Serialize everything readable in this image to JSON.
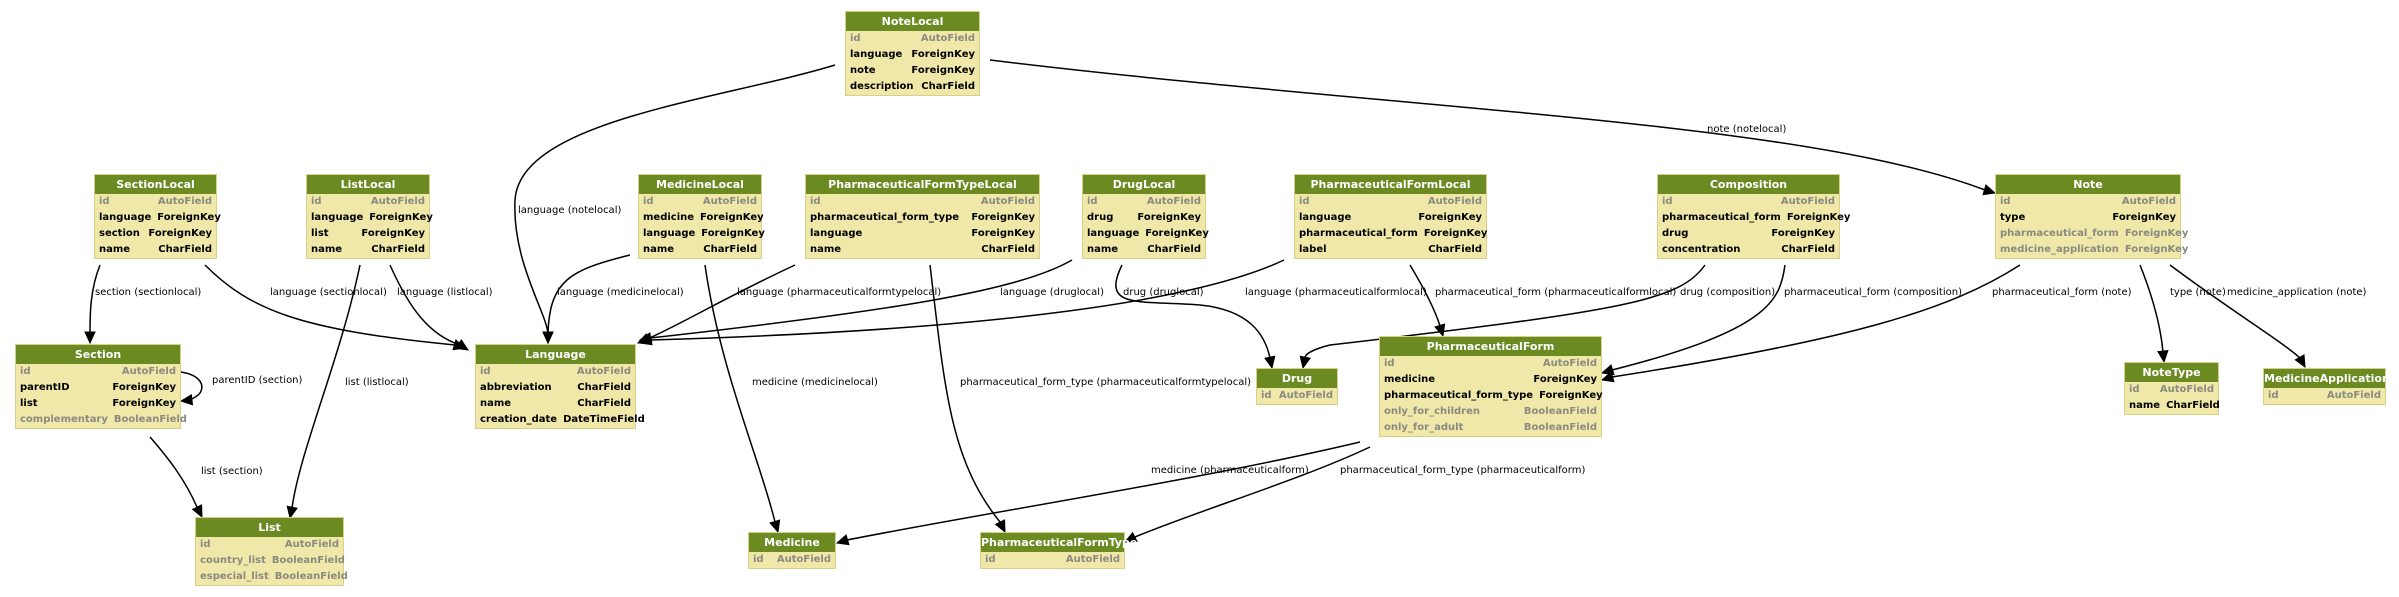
{
  "models": [
    {
      "key": "notelocal",
      "title": "NoteLocal",
      "fields": [
        [
          "id",
          "AutoField",
          true
        ],
        [
          "language",
          "ForeignKey",
          false
        ],
        [
          "note",
          "ForeignKey",
          false
        ],
        [
          "description",
          "CharField",
          false
        ]
      ]
    },
    {
      "key": "sectionlocal",
      "title": "SectionLocal",
      "fields": [
        [
          "id",
          "AutoField",
          true
        ],
        [
          "language",
          "ForeignKey",
          false
        ],
        [
          "section",
          "ForeignKey",
          false
        ],
        [
          "name",
          "CharField",
          false
        ]
      ]
    },
    {
      "key": "listlocal",
      "title": "ListLocal",
      "fields": [
        [
          "id",
          "AutoField",
          true
        ],
        [
          "language",
          "ForeignKey",
          false
        ],
        [
          "list",
          "ForeignKey",
          false
        ],
        [
          "name",
          "CharField",
          false
        ]
      ]
    },
    {
      "key": "medicinelocal",
      "title": "MedicineLocal",
      "fields": [
        [
          "id",
          "AutoField",
          true
        ],
        [
          "medicine",
          "ForeignKey",
          false
        ],
        [
          "language",
          "ForeignKey",
          false
        ],
        [
          "name",
          "CharField",
          false
        ]
      ]
    },
    {
      "key": "pftypelocal",
      "title": "PharmaceuticalFormTypeLocal",
      "fields": [
        [
          "id",
          "AutoField",
          true
        ],
        [
          "pharmaceutical_form_type",
          "ForeignKey",
          false
        ],
        [
          "language",
          "ForeignKey",
          false
        ],
        [
          "name",
          "CharField",
          false
        ]
      ]
    },
    {
      "key": "druglocal",
      "title": "DrugLocal",
      "fields": [
        [
          "id",
          "AutoField",
          true
        ],
        [
          "drug",
          "ForeignKey",
          false
        ],
        [
          "language",
          "ForeignKey",
          false
        ],
        [
          "name",
          "CharField",
          false
        ]
      ]
    },
    {
      "key": "pflocal",
      "title": "PharmaceuticalFormLocal",
      "fields": [
        [
          "id",
          "AutoField",
          true
        ],
        [
          "language",
          "ForeignKey",
          false
        ],
        [
          "pharmaceutical_form",
          "ForeignKey",
          false
        ],
        [
          "label",
          "CharField",
          false
        ]
      ]
    },
    {
      "key": "composition",
      "title": "Composition",
      "fields": [
        [
          "id",
          "AutoField",
          true
        ],
        [
          "pharmaceutical_form",
          "ForeignKey",
          false
        ],
        [
          "drug",
          "ForeignKey",
          false
        ],
        [
          "concentration",
          "CharField",
          false
        ]
      ]
    },
    {
      "key": "note",
      "title": "Note",
      "fields": [
        [
          "id",
          "AutoField",
          true
        ],
        [
          "type",
          "ForeignKey",
          false
        ],
        [
          "pharmaceutical_form",
          "ForeignKey",
          true
        ],
        [
          "medicine_application",
          "ForeignKey",
          true
        ]
      ]
    },
    {
      "key": "section",
      "title": "Section",
      "fields": [
        [
          "id",
          "AutoField",
          true
        ],
        [
          "parentID",
          "ForeignKey",
          false
        ],
        [
          "list",
          "ForeignKey",
          false
        ],
        [
          "complementary",
          "BooleanField",
          true
        ]
      ]
    },
    {
      "key": "language",
      "title": "Language",
      "fields": [
        [
          "id",
          "AutoField",
          true
        ],
        [
          "abbreviation",
          "CharField",
          false
        ],
        [
          "name",
          "CharField",
          false
        ],
        [
          "creation_date",
          "DateTimeField",
          false
        ]
      ]
    },
    {
      "key": "drug",
      "title": "Drug",
      "fields": [
        [
          "id",
          "AutoField",
          true
        ]
      ]
    },
    {
      "key": "pharmaceuticalform",
      "title": "PharmaceuticalForm",
      "fields": [
        [
          "id",
          "AutoField",
          true
        ],
        [
          "medicine",
          "ForeignKey",
          false
        ],
        [
          "pharmaceutical_form_type",
          "ForeignKey",
          false
        ],
        [
          "only_for_children",
          "BooleanField",
          true
        ],
        [
          "only_for_adult",
          "BooleanField",
          true
        ]
      ]
    },
    {
      "key": "notetype",
      "title": "NoteType",
      "fields": [
        [
          "id",
          "AutoField",
          true
        ],
        [
          "name",
          "CharField",
          false
        ]
      ]
    },
    {
      "key": "medicineapplication",
      "title": "MedicineApplication",
      "fields": [
        [
          "id",
          "AutoField",
          true
        ]
      ]
    },
    {
      "key": "list",
      "title": "List",
      "fields": [
        [
          "id",
          "AutoField",
          true
        ],
        [
          "country_list",
          "BooleanField",
          true
        ],
        [
          "especial_list",
          "BooleanField",
          true
        ]
      ]
    },
    {
      "key": "medicine",
      "title": "Medicine",
      "fields": [
        [
          "id",
          "AutoField",
          true
        ]
      ]
    },
    {
      "key": "pftype",
      "title": "PharmaceuticalFormType",
      "fields": [
        [
          "id",
          "AutoField",
          true
        ]
      ]
    }
  ],
  "edges": [
    {
      "key": "e1",
      "label": "note (notelocal)"
    },
    {
      "key": "e2",
      "label": "language (notelocal)"
    },
    {
      "key": "e3",
      "label": "section (sectionlocal)"
    },
    {
      "key": "e4",
      "label": "language (sectionlocal)"
    },
    {
      "key": "e5",
      "label": "language (listlocal)"
    },
    {
      "key": "e6",
      "label": "list (listlocal)"
    },
    {
      "key": "e7",
      "label": "language (medicinelocal)"
    },
    {
      "key": "e8",
      "label": "medicine (medicinelocal)"
    },
    {
      "key": "e9",
      "label": "language (pharmaceuticalformtypelocal)"
    },
    {
      "key": "e10",
      "label": "pharmaceutical_form_type (pharmaceuticalformtypelocal)"
    },
    {
      "key": "e11",
      "label": "language (druglocal)"
    },
    {
      "key": "e12",
      "label": "drug (druglocal)"
    },
    {
      "key": "e13",
      "label": "language (pharmaceuticalformlocal)"
    },
    {
      "key": "e14",
      "label": "pharmaceutical_form (pharmaceuticalformlocal)"
    },
    {
      "key": "e15",
      "label": "drug (composition)"
    },
    {
      "key": "e16",
      "label": "pharmaceutical_form (composition)"
    },
    {
      "key": "e17",
      "label": "pharmaceutical_form (note)"
    },
    {
      "key": "e18",
      "label": "type (note)"
    },
    {
      "key": "e19",
      "label": "medicine_application (note)"
    },
    {
      "key": "e20",
      "label": "parentID (section)"
    },
    {
      "key": "e21",
      "label": "list (section)"
    },
    {
      "key": "e22",
      "label": "medicine (pharmaceuticalform)"
    },
    {
      "key": "e23",
      "label": "pharmaceutical_form_type (pharmaceuticalform)"
    }
  ]
}
